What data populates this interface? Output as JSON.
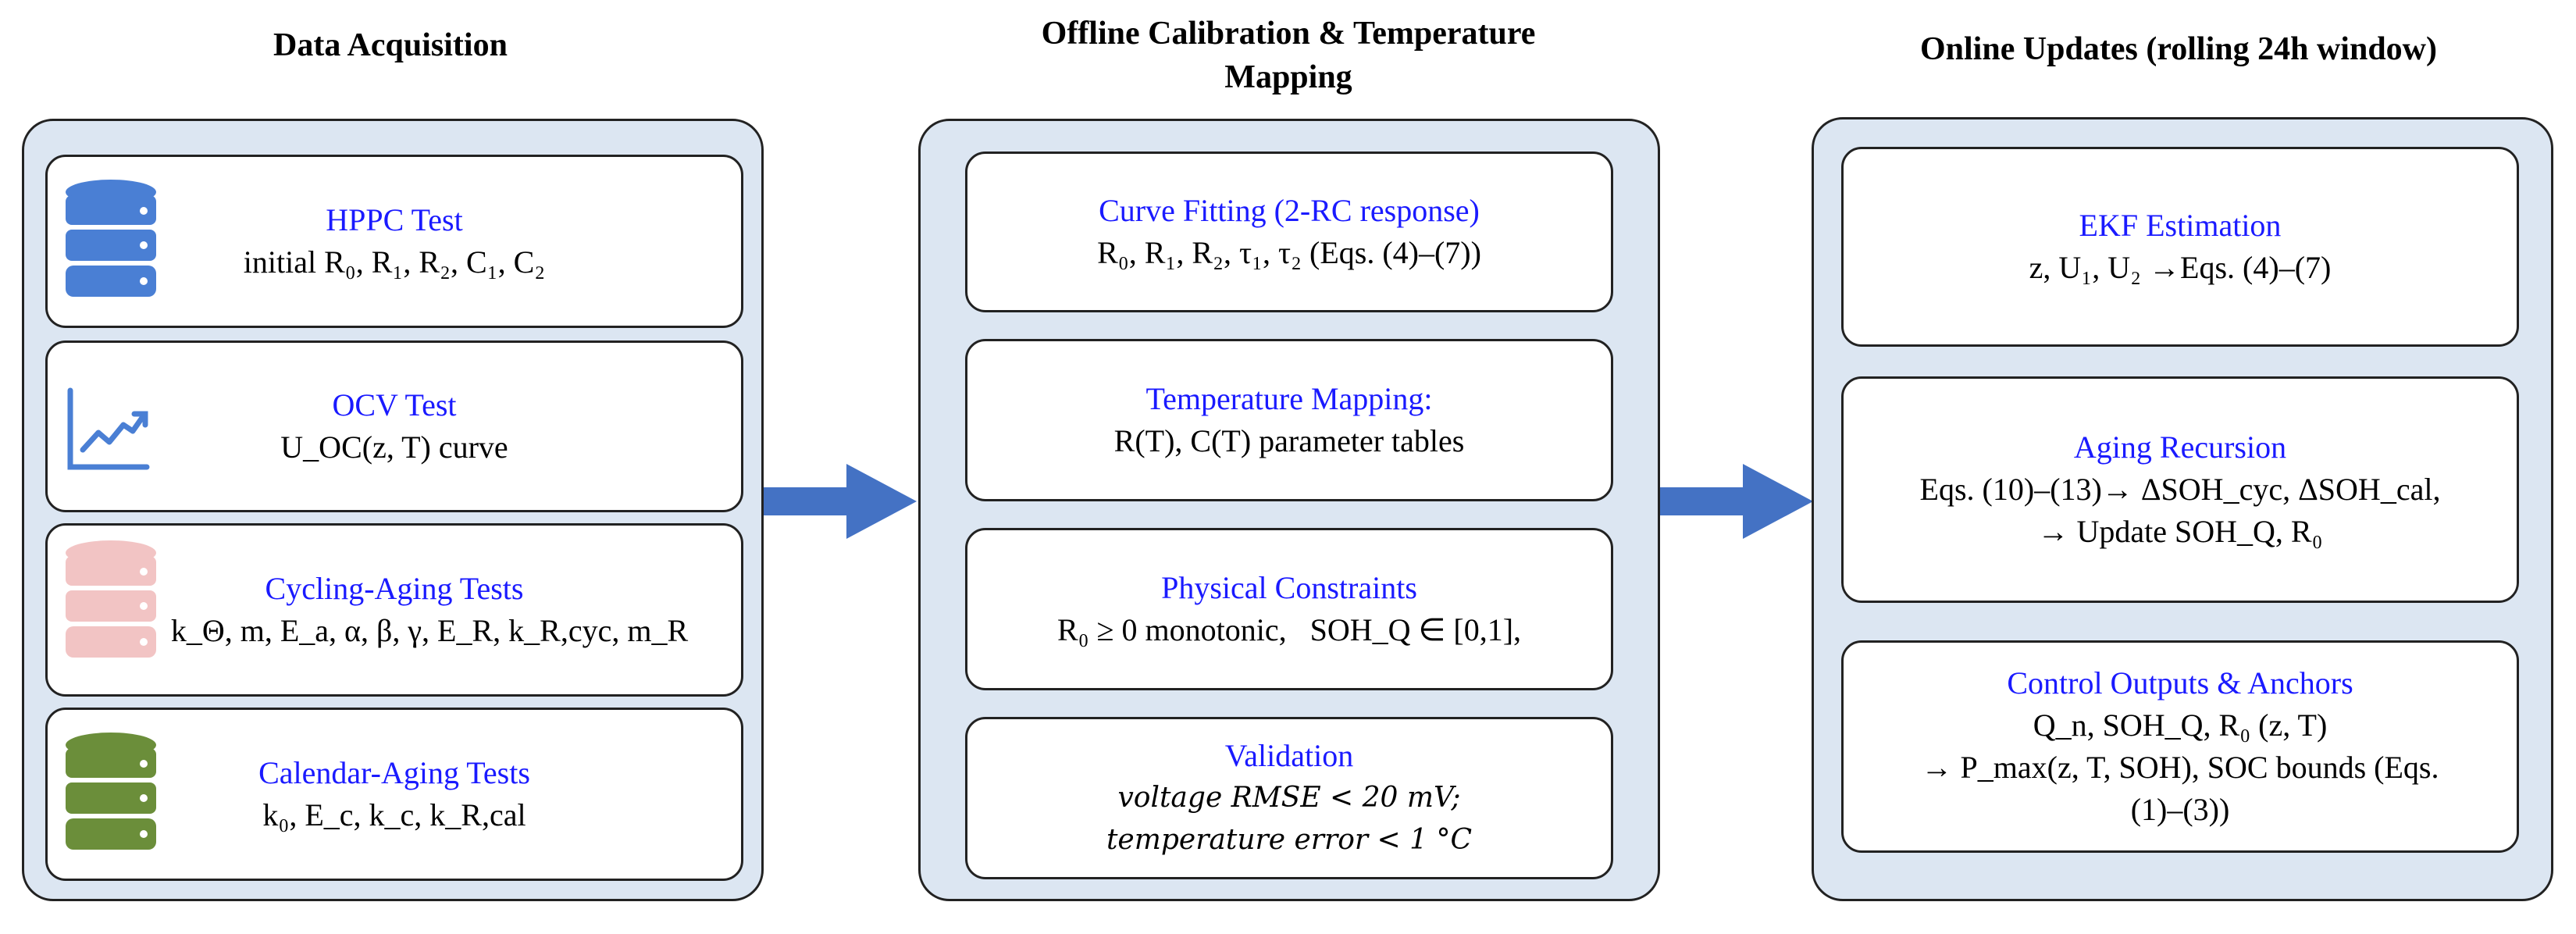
{
  "columns": [
    {
      "title": "Data Acquisition",
      "boxes": [
        {
          "title": "HPPC Test",
          "line1": "initial R₀, R₁, R₂, C₁, C₂",
          "icon": "database-icon-blue"
        },
        {
          "title": "OCV Test",
          "line1": "U_OC(z, T) curve",
          "icon": "line-chart-icon"
        },
        {
          "title": "Cycling-Aging Tests",
          "line1": "k_Θ, m, E_a, α, β, γ, E_R, k_R,cyc, m_R",
          "icon": "database-icon-pink"
        },
        {
          "title": "Calendar-Aging Tests",
          "line1": "k₀, E_c, k_c, k_R,cal",
          "icon": "database-icon-green"
        }
      ]
    },
    {
      "title_line1": "Offline Calibration & Temperature",
      "title_line2": "Mapping",
      "boxes": [
        {
          "title": "Curve Fitting (2-RC response)",
          "line1": "R₀, R₁, R₂, τ₁, τ₂ (Eqs. (4)–(7))"
        },
        {
          "title": "Temperature Mapping:",
          "line1": "R(T), C(T) parameter tables"
        },
        {
          "title": "Physical Constraints",
          "line1": "R₀ ≥ 0 monotonic,   SOH_Q ∈ [0,1],"
        },
        {
          "title": "Validation",
          "line1": "voltage RMSE < 20 mV;",
          "line2": "temperature error < 1 °C"
        }
      ]
    },
    {
      "title": "Online Updates (rolling 24h window)",
      "boxes": [
        {
          "title": "EKF Estimation",
          "line1": "z, U₁, U₂ →Eqs. (4)–(7)"
        },
        {
          "title": "Aging Recursion",
          "line1": "Eqs. (10)–(13)→ ΔSOH_cyc, ΔSOH_cal,",
          "line2": "→ Update SOH_Q,  R₀"
        },
        {
          "title": "Control Outputs & Anchors",
          "line1": "Q_n, SOH_Q, R₀ (z, T)",
          "line2": "→ P_max(z, T, SOH), SOC bounds (Eqs.",
          "line3": "(1)–(3))"
        }
      ]
    }
  ],
  "colors": {
    "panel": "#dce6f2",
    "title_blue": "#1a1aff",
    "arrow": "#4472c4",
    "db_blue": "#4a7fd4",
    "db_pink": "#f2c4c4",
    "db_green": "#6b8e3a"
  }
}
